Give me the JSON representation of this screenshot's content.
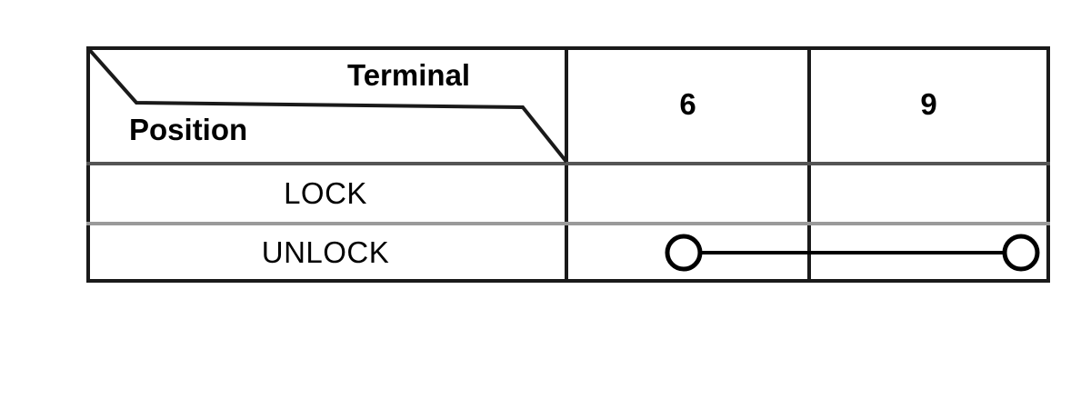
{
  "table": {
    "header": {
      "column_axis_label": "Terminal",
      "row_axis_label": "Position",
      "columns": [
        {
          "label": "6"
        },
        {
          "label": "9"
        }
      ]
    },
    "rows": [
      {
        "label": "LOCK",
        "cells": [
          {
            "continuity": ""
          },
          {
            "continuity": ""
          }
        ]
      },
      {
        "label": "UNLOCK",
        "cells": [
          {
            "continuity": "terminal-node"
          },
          {
            "continuity": "terminal-node"
          }
        ]
      }
    ],
    "continuity_link": {
      "from_column": "6",
      "to_column": "9",
      "row": "UNLOCK",
      "symbol": "connected-circles"
    }
  },
  "style": {
    "border_color": "#1a1a1a",
    "header_divider_color": "#555555",
    "row_divider_color": "#9a9a9a",
    "background_color": "#ffffff",
    "text_color": "#000000"
  }
}
